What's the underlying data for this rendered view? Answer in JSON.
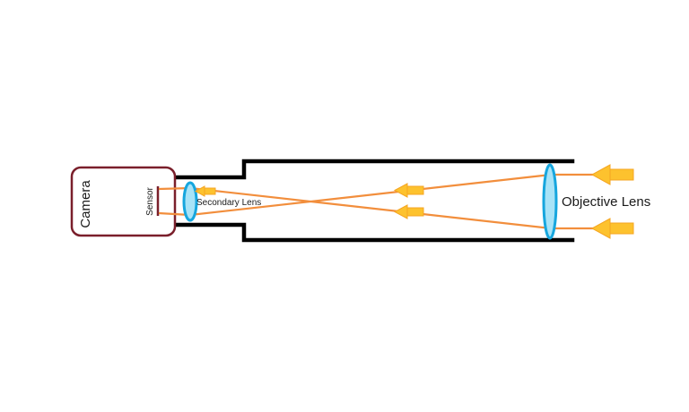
{
  "labels": {
    "camera": "Camera",
    "sensor": "Sensor",
    "secondary_lens": "Secondary Lens",
    "objective_lens": "Objective Lens"
  },
  "colors": {
    "tube": "#000000",
    "camera_border": "#7a1f2b",
    "sensor": "#7a1f2b",
    "lens_fill": "#a8e3f7",
    "lens_stroke": "#16a6de",
    "ray": "#f28e3c",
    "arrow": "#fdc22e"
  }
}
